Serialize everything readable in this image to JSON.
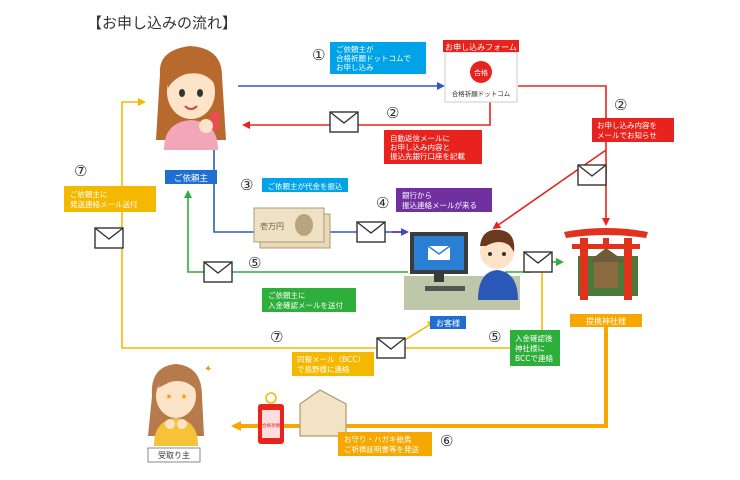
{
  "title": "【お申し込みの流れ】",
  "colors": {
    "blue": "#2e5cb8",
    "red": "#e8231d",
    "green": "#2eae3a",
    "yellow": "#f5b800",
    "purple": "#7030a0",
    "cyan": "#00a2e8",
    "orange": "#f6a800",
    "torii": "#e0321c"
  },
  "steps": {
    "s1": "①",
    "s2a": "②",
    "s2b": "②",
    "s3": "③",
    "s4": "④",
    "s5a": "⑤",
    "s5b": "⑤",
    "s6": "⑥",
    "s7a": "⑦",
    "s7b": "⑦"
  },
  "labels": {
    "form_header": "お申し込みフォーム",
    "apply": [
      "ご依頼主が",
      "合格祈願ドットコムで",
      "お申し込み"
    ],
    "auto_reply": [
      "自動返信メールに",
      "お申し込み内容と",
      "振込先銀行口座を記載"
    ],
    "notify": [
      "お申し込み内容を",
      "メールでお知らせ"
    ],
    "client": "ご依頼主",
    "payment": "ご依頼主が代金を振込",
    "bank": [
      "銀行から",
      "振込連絡メールが来る"
    ],
    "confirm": [
      "ご依頼主に",
      "入金確認メールを送付"
    ],
    "ship_notice": [
      "ご依頼主に",
      "発送連絡メール送付"
    ],
    "operator": "お客様",
    "shrine": "提携神社様",
    "deposit_check": [
      "入金確認後",
      "神社様に",
      "BCCで連絡"
    ],
    "bcc": [
      "同報メール（BCC）",
      "で島野様に連絡"
    ],
    "shipping": [
      "お守り・ハガキ絵馬",
      "ご祈祷証明書等を発送"
    ],
    "recipient": "受取り主",
    "site_name": "合格祈願ドットコム",
    "logo_char": "合格",
    "banknote_text": "壱万円",
    "charm_text": "合格祈願"
  }
}
